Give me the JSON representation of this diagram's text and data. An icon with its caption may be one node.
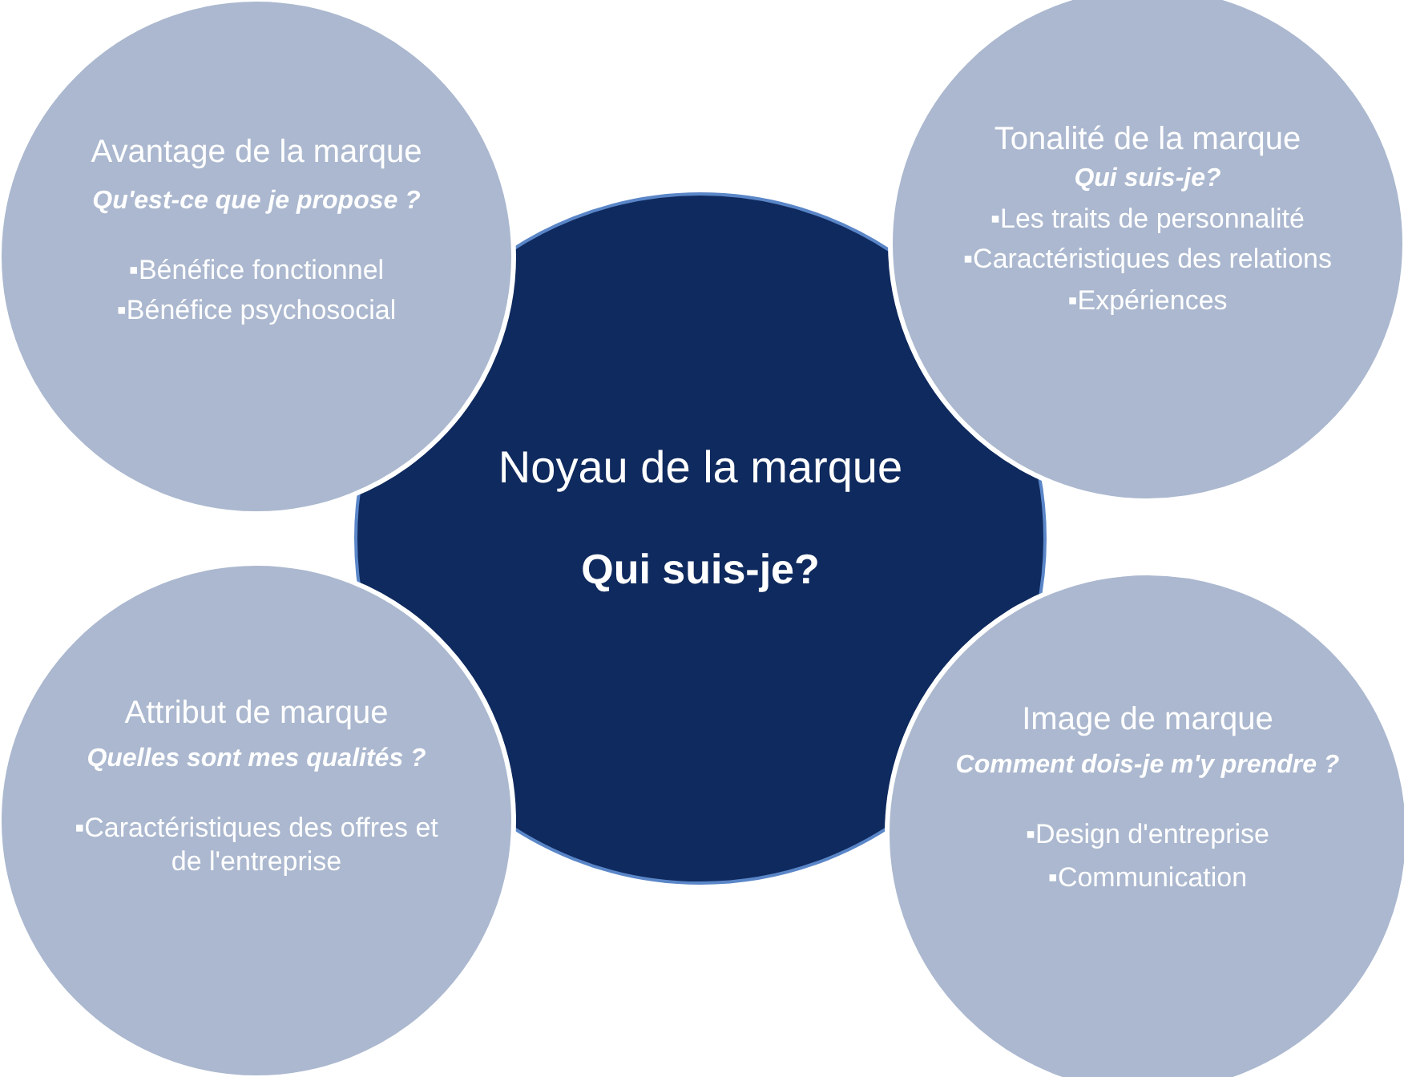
{
  "diagram": {
    "nodes": [
      {
        "text": [
          "Avantage de la marque",
          "Qu'est-ce que je propose ?",
          "▪Bénéfice fonctionnel",
          "▪Bénéfice psychosocial"
        ]
      },
      {
        "text": [
          "Tonalité de la marque",
          "Qui suis-je?",
          "▪Les traits de personnalité",
          "▪Caractéristiques des relations",
          "▪Expériences"
        ]
      },
      {
        "text": [
          "Noyau de la marque",
          "Qui suis-je?"
        ]
      },
      {
        "text": [
          "Attribut de marque",
          "Quelles sont mes qualités ?",
          "▪Caractéristiques des offres et de l'entreprise"
        ]
      },
      {
        "text": [
          "Image de marque",
          "Comment dois-je m'y prendre ?",
          "▪Design d'entreprise",
          "▪Communication"
        ]
      }
    ]
  }
}
